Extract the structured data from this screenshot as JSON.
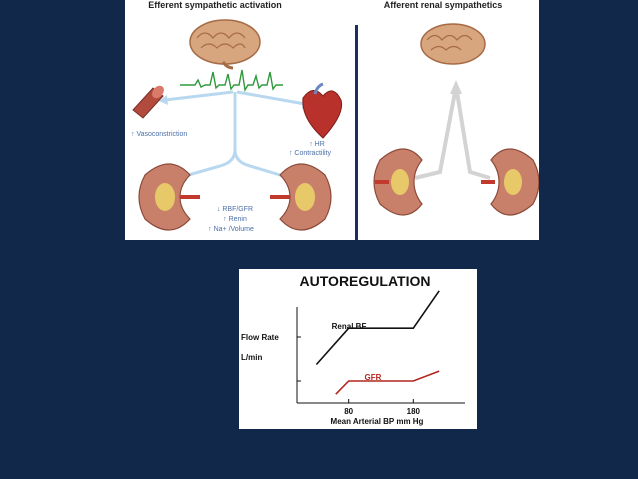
{
  "top_figure": {
    "left_title": "Efferent sympathetic activation",
    "right_title": "Afferent renal sympathetics",
    "vasoconstriction_label": "↑ Vasoconstriction",
    "hr_label": "↑ HR",
    "contractility_label": "↑ Contractility",
    "rbf_gfr_label": "↓ RBF/GFR",
    "renin_label": "↑ Renin",
    "na_volume_label": "↑ Na+ /Volume"
  },
  "autoregulation": {
    "title": "AUTOREGULATION",
    "ylabel_line1": "Flow Rate",
    "ylabel_line2": "L/min",
    "xlabel": "Mean Arterial BP mm Hg",
    "renal_bf_label": "Renal BF",
    "gfr_label": "GFR",
    "colors": {
      "renal_bf": "#111111",
      "gfr": "#b3261e"
    },
    "chart_data": {
      "type": "line",
      "title": "AUTOREGULATION",
      "xlabel": "Mean Arterial BP mm Hg",
      "ylabel": "Flow Rate L/min",
      "x_ticks": [
        80,
        180
      ],
      "x_range": [
        0,
        260
      ],
      "y_range": [
        0,
        10
      ],
      "grid": false,
      "series": [
        {
          "name": "Renal BF",
          "x": [
            30,
            80,
            180,
            220
          ],
          "y": [
            3.5,
            6.8,
            6.8,
            10.2
          ]
        },
        {
          "name": "GFR",
          "x": [
            60,
            80,
            180,
            220
          ],
          "y": [
            0.8,
            2.0,
            2.0,
            2.9
          ]
        }
      ]
    }
  }
}
